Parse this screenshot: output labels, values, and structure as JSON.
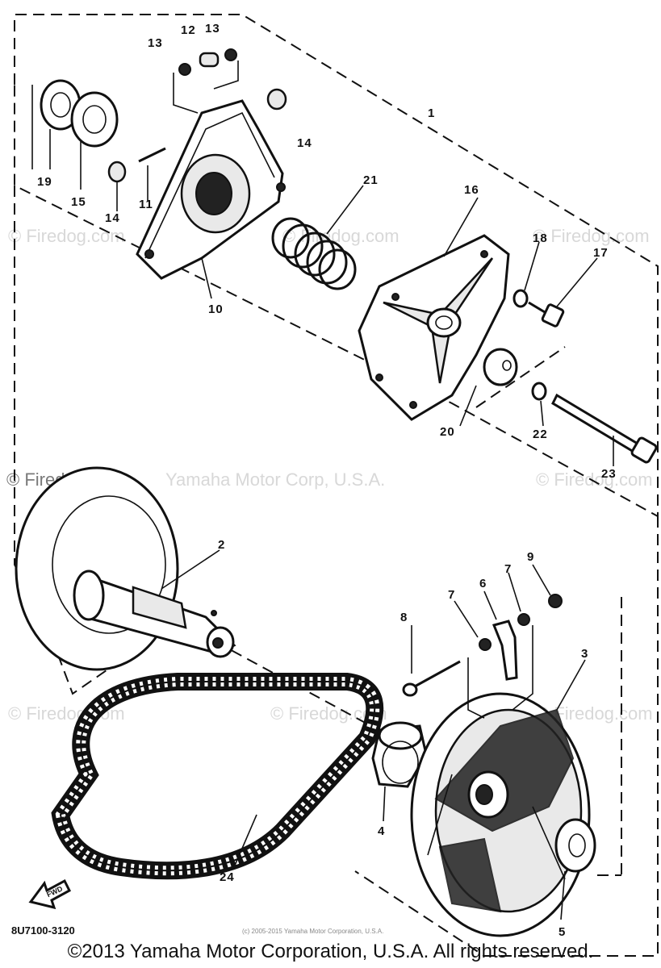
{
  "watermarks": {
    "firedog": "© Firedog.com",
    "firedog_plain": "Firedog.com",
    "yamaha_corp": "Yamaha Motor Corp, U.S.A."
  },
  "part_labels": {
    "p1": "1",
    "p2": "2",
    "p3": "3",
    "p4": "4",
    "p5": "5",
    "p6": "6",
    "p7a": "7",
    "p7b": "7",
    "p8": "8",
    "p9": "9",
    "p10": "10",
    "p11": "11",
    "p12": "12",
    "p13a": "13",
    "p13b": "13",
    "p14a": "14",
    "p14b": "14",
    "p15": "15",
    "p16": "16",
    "p17": "17",
    "p18": "18",
    "p19": "19",
    "p20": "20",
    "p21": "21",
    "p22": "22",
    "p23": "23",
    "p24": "24"
  },
  "fwd_label": "FWD",
  "diagram_code": "8U7100-3120",
  "small_copyright": "(c) 2005-2015 Yamaha Motor Corporation, U.S.A.",
  "copyright": "©2013 Yamaha Motor Corporation, U.S.A. All rights reserved."
}
